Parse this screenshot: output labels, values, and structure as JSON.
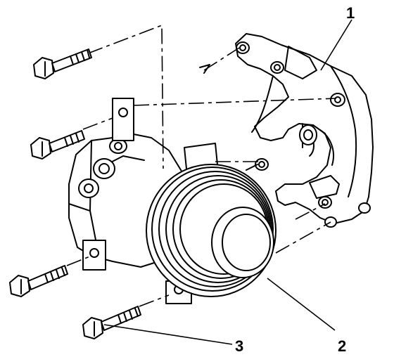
{
  "diagram": {
    "callouts": [
      {
        "id": "1",
        "label": "1",
        "refers_to": "bracket"
      },
      {
        "id": "2",
        "label": "2",
        "refers_to": "compressor"
      },
      {
        "id": "3",
        "label": "3",
        "refers_to": "bolt"
      }
    ],
    "parts": [
      "bracket",
      "compressor",
      "clutch-pulley",
      "bolt",
      "bolt",
      "bolt",
      "bolt"
    ]
  }
}
